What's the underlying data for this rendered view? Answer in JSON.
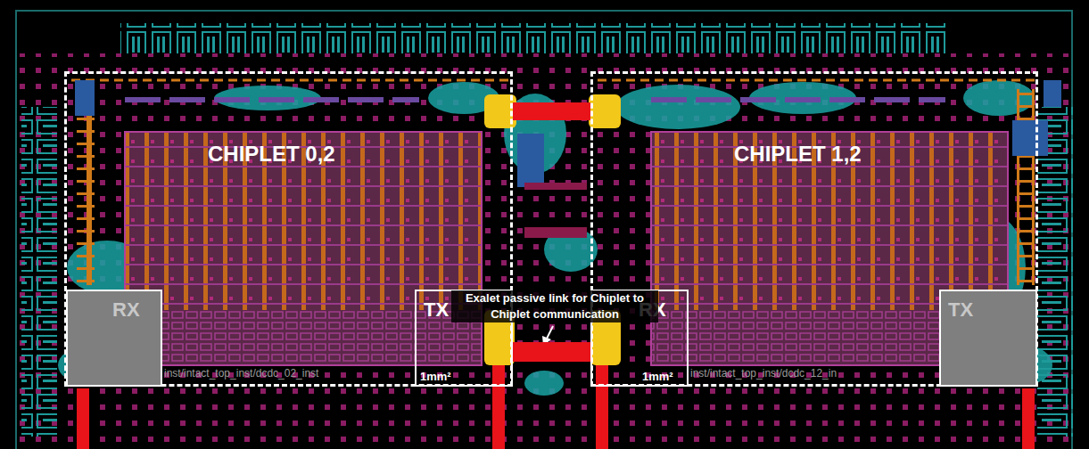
{
  "diagram": {
    "nodes": [
      {
        "text": [
          "CHIPLET 0,2"
        ]
      },
      {
        "text": [
          "RX"
        ],
        "in": 0
      },
      {
        "text": [
          "TX",
          "1mm²"
        ],
        "in": 0
      },
      {
        "text": [
          "CHIPLET 1,2"
        ]
      },
      {
        "text": [
          "RX",
          "1mm²"
        ],
        "in": 3
      },
      {
        "text": [
          "TX"
        ],
        "in": 3
      }
    ],
    "edges": [
      {
        "from": 0,
        "to": 3,
        "arrow": "none"
      },
      {
        "from": 2,
        "to": 4,
        "arrow": "none"
      }
    ],
    "labels": [
      "Exalet passive link for Chiplet to Chiplet communication",
      "inst/intact_top_inst/dcdc_02_inst",
      "inst/intact_top_inst/dcdc_12_in"
    ]
  }
}
